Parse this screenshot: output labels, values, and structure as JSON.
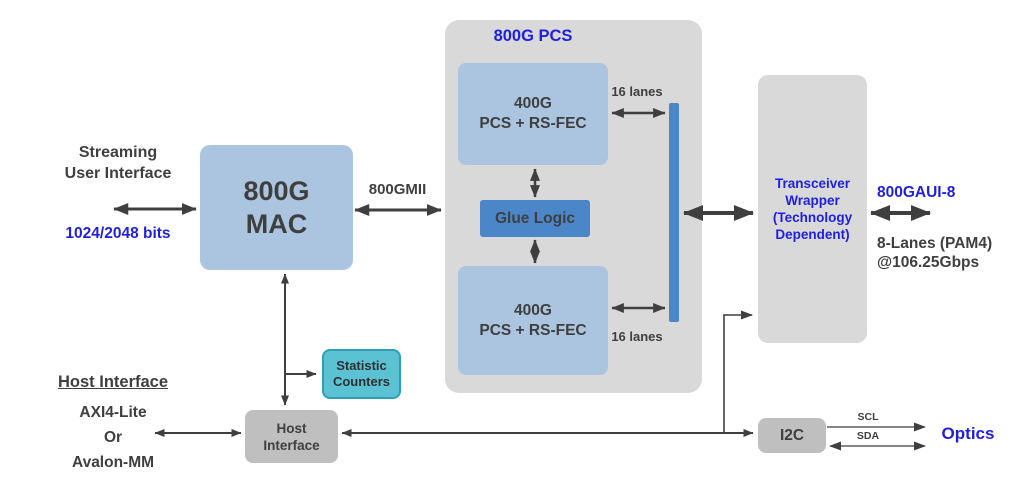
{
  "colors": {
    "block_light_blue": "#abc4df",
    "block_medium_blue": "#4a86c8",
    "container_gray": "#d9d9d9",
    "block_gray": "#bfbfbf",
    "teal_fill": "#5bc2d4",
    "teal_border": "#2f9fb8",
    "text_dark": "#3f3f3f",
    "text_blue": "#1f1fe0",
    "arrow": "#3f3f3f"
  },
  "streaming": {
    "line1": "Streaming",
    "line2": "User Interface",
    "bus_width": "1024/2048 bits"
  },
  "mac": {
    "line1": "800G",
    "line2": "MAC"
  },
  "gmii_label": "800GMII",
  "pcs": {
    "title": "800G PCS",
    "top_block": {
      "line1": "400G",
      "line2": "PCS + RS-FEC"
    },
    "glue_label": "Glue Logic",
    "bottom_block": {
      "line1": "400G",
      "line2": "PCS + RS-FEC"
    },
    "lanes_top": "16 lanes",
    "lanes_bottom": "16 lanes"
  },
  "wrapper": {
    "line1": "Transceiver",
    "line2": "Wrapper",
    "line3": "(Technology",
    "line4": "Dependent)"
  },
  "serial": {
    "gaui_label": "800GAUI-8",
    "detail_line1": "8-Lanes (PAM4)",
    "detail_line2": "@106.25Gbps"
  },
  "stats": {
    "line1": "Statistic",
    "line2": "Counters"
  },
  "host": {
    "heading": "Host Interface",
    "option1": "AXI4-Lite",
    "option2": "Or",
    "option3": "Avalon-MM",
    "block_line1": "Host",
    "block_line2": "Interface"
  },
  "i2c": {
    "label": "I2C",
    "scl": "SCL",
    "sda": "SDA",
    "optics": "Optics"
  }
}
